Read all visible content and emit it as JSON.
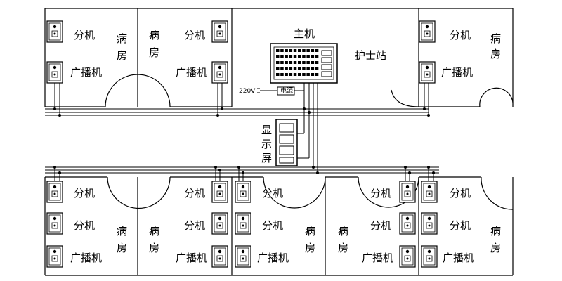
{
  "labels": {
    "extension": "分机",
    "ward_line1": "病",
    "ward_line2": "房",
    "speaker": "广播机",
    "host": "主机",
    "nurse_station": "护士站",
    "voltage": "220V",
    "power": "电源",
    "display_1": "显",
    "display_2": "示",
    "display_3": "屏"
  }
}
